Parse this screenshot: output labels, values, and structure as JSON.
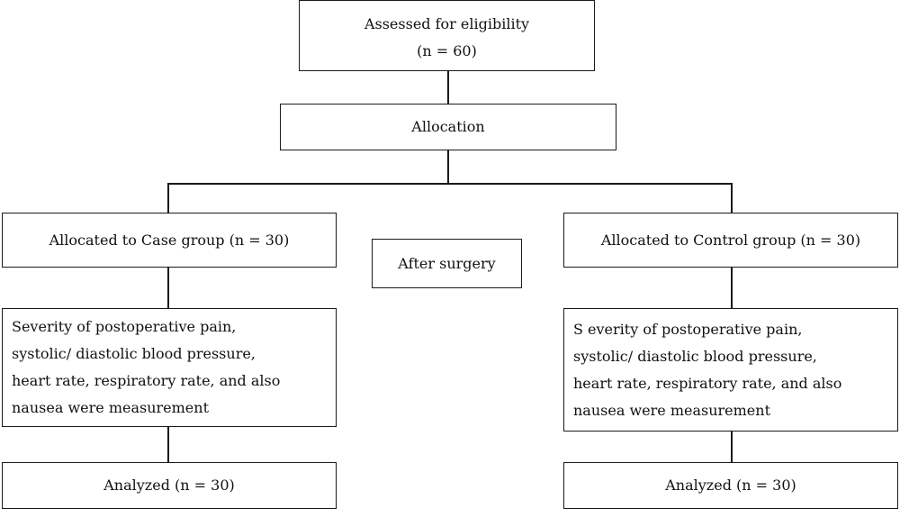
{
  "flowchart": {
    "assessed": {
      "title": "Assessed for eligibility",
      "count": "(n = 60)"
    },
    "allocation": {
      "label": "Allocation"
    },
    "case_group": {
      "allocated": "Allocated to Case group (n = 30)",
      "measurement_lines": [
        "Severity of postoperative pain,",
        "systolic/ diastolic blood pressure,",
        "heart rate, respiratory rate, and also",
        "nausea were measurement"
      ],
      "analyzed": "Analyzed (n = 30)"
    },
    "after_surgery": {
      "label": "After surgery"
    },
    "control_group": {
      "allocated": "Allocated to Control group (n = 30)",
      "measurement_lines": [
        "S everity of postoperative pain,",
        "systolic/ diastolic blood pressure,",
        "heart rate, respiratory rate, and also",
        "nausea were measurement"
      ],
      "analyzed": "Analyzed (n = 30)"
    }
  }
}
